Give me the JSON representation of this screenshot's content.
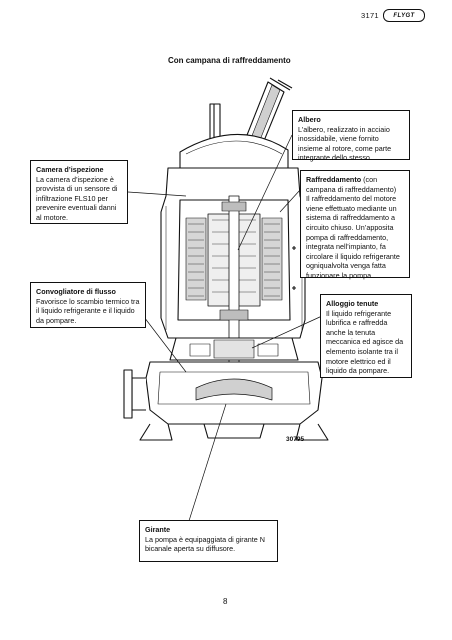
{
  "header": {
    "code": "3171",
    "logo": "FLYGT"
  },
  "title": "Con campana di raffreddamento",
  "figure_number": "30795",
  "callouts": {
    "camera": {
      "title": "Camera d’ispezione",
      "text": "La camera d’ispezione è provvista di un sensore di infiltrazione FLS10 per prevenire eventuali danni al motore."
    },
    "convogliatore": {
      "title": "Convogliatore di flusso",
      "text": "Favorisce lo scambio termico tra il liquido refrigerante e il liquido da pompare."
    },
    "albero": {
      "title": "Albero",
      "text": "L’albero, realizzato in acciaio inossidabile, viene fornito insieme al rotore, come parte integrante dello stesso."
    },
    "raffreddamento": {
      "title": "Raffreddamento",
      "subtitle": " (con campana di raffreddamento)",
      "text": "Il raffreddamento del motore viene effettuato mediante un sistema di raffreddamento a circuito chiuso. Un’apposita pompa di raffreddamento, integrata nell’impianto, fa circolare il liquido refrigerante ogniqualvolta venga fatta funzionare la pompa."
    },
    "alloggio": {
      "title": "Alloggio tenute",
      "text": "Il liquido refrigerante lubrifica e raffredda anche la tenuta meccanica ed agisce da elemento isolante tra il motore elettrico ed il liquido da pompare."
    },
    "girante": {
      "title": "Girante",
      "text": "La pompa è equipaggiata di girante N bicanale aperta su diffusore."
    }
  },
  "page_number": "8"
}
